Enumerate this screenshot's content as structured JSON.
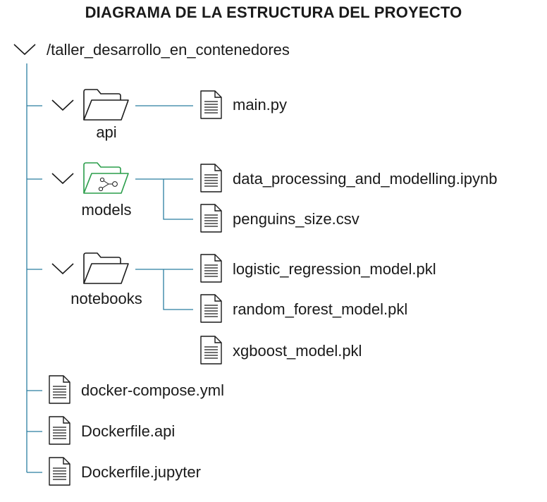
{
  "title": "DIAGRAMA DE LA ESTRUCTURA DEL PROYECTO",
  "root": {
    "name": "/taller_desarrollo_en_contenedores"
  },
  "folders": [
    {
      "name": "api",
      "icon": "folder-icon",
      "files": [
        "main.py"
      ]
    },
    {
      "name": "models",
      "icon": "folder-graph-icon",
      "files": [
        "data_processing_and_modelling.ipynb",
        "penguins_size.csv"
      ]
    },
    {
      "name": "notebooks",
      "icon": "folder-icon",
      "files": [
        "logistic_regression_model.pkl",
        "random_forest_model.pkl",
        "xgboost_model.pkl"
      ]
    }
  ],
  "root_files": [
    "docker-compose.yml",
    "Dockerfile.api",
    "Dockerfile.jupyter"
  ],
  "colors": {
    "connector": "#2b7ea1",
    "models_folder": "#2a9d4a",
    "text": "#1a1a1a"
  }
}
